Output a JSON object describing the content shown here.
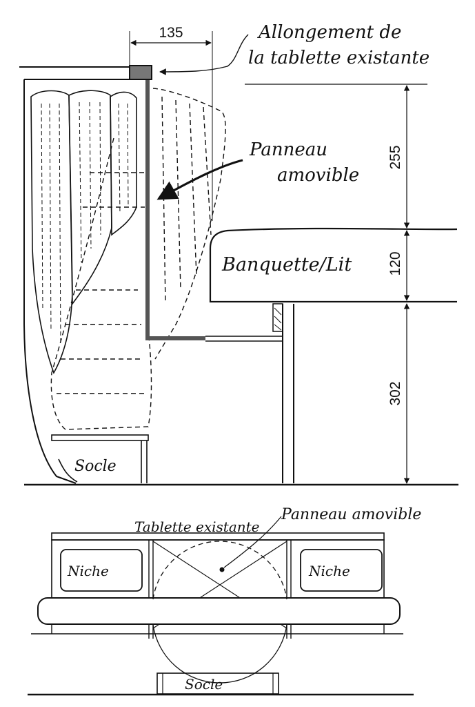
{
  "labels": {
    "extension_line1": "Allongement de",
    "extension_line2": "la tablette existante",
    "panel_line1": "Panneau",
    "panel_line2": "amovible",
    "bench": "Banquette/Lit",
    "base_side": "Socle",
    "existing_shelf": "Tablette existante",
    "panel_front": "Panneau amovible",
    "niche_left": "Niche",
    "niche_right": "Niche",
    "base_front": "Socle"
  },
  "dimensions": {
    "width_top": "135",
    "height_upper": "255",
    "height_cushion": "120",
    "height_lower": "302"
  },
  "colors": {
    "ink": "#111111",
    "panel": "#555555",
    "paper": "#ffffff"
  }
}
